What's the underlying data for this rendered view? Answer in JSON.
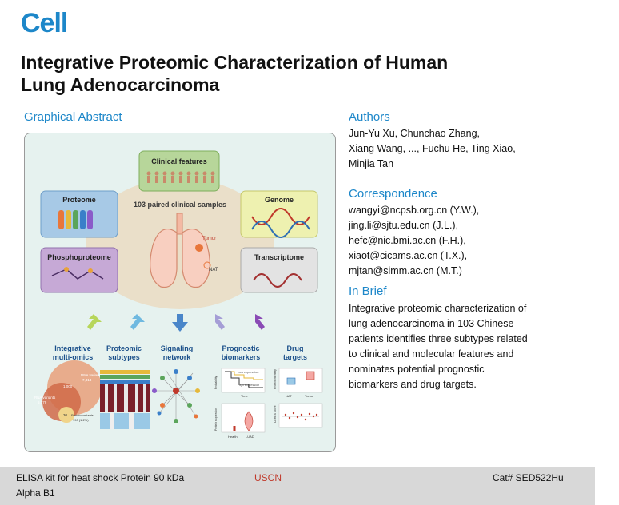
{
  "journal": {
    "name": "Cell"
  },
  "paper": {
    "title_line1": "Integrative Proteomic Characterization of Human",
    "title_line2": "Lung Adenocarcinoma"
  },
  "graphical_abstract": {
    "heading": "Graphical Abstract",
    "center_label": "103 paired clinical samples",
    "modules": {
      "clinical": "Clinical features",
      "proteome": "Proteome",
      "genome": "Genome",
      "phospho": "Phosphoproteome",
      "transcriptome": "Transcriptome"
    },
    "organ_labels": {
      "tumor": "Tumor",
      "nat": "NAT"
    },
    "outcomes": [
      {
        "line1": "Integrative",
        "line2": "multi-omics"
      },
      {
        "line1": "Proteomic",
        "line2": "subtypes"
      },
      {
        "line1": "Signaling",
        "line2": "network"
      },
      {
        "line1": "Prognostic",
        "line2": "biomarkers"
      },
      {
        "line1": "Drug",
        "line2": "targets"
      }
    ],
    "prognostic_axes": {
      "y": "Probability",
      "x": "Time",
      "low": "Low expression",
      "high": "High expression"
    },
    "expression_axes": {
      "y": "Protein expression",
      "healthy": "Health",
      "luad": "LUAD"
    },
    "drug_axes": {
      "y": "Protein intensity",
      "nat": "NAT",
      "tumor": "Tumor",
      "ceres": "CERES score"
    },
    "venn": {
      "dna": "DNA variants",
      "dna_count": "7,314",
      "shared": "1,000",
      "rna": "RNA variants",
      "rna_count": "5,779",
      "protein": "Protein variants",
      "protein_count": "190 (1.2%)",
      "center": "30"
    },
    "colors": {
      "accent": "#1d87c9",
      "panel_bg": "#e6f2ef"
    }
  },
  "authors": {
    "heading": "Authors",
    "lines": [
      "Jun-Yu Xu, Chunchao Zhang,",
      "Xiang Wang, ..., Fuchu He, Ting Xiao,",
      "Minjia Tan"
    ]
  },
  "correspondence": {
    "heading": "Correspondence",
    "lines": [
      "wangyi@ncpsb.org.cn (Y.W.),",
      "jing.li@sjtu.edu.cn (J.L.),",
      "hefc@nic.bmi.ac.cn (F.H.),",
      "xiaot@cicams.ac.cn (T.X.),",
      "mjtan@simm.ac.cn (M.T.)"
    ]
  },
  "in_brief": {
    "heading": "In Brief",
    "lines": [
      "Integrative proteomic characterization of",
      "lung adenocarcinoma in 103 Chinese",
      "patients identifies three subtypes related",
      "to clinical and molecular features and",
      "nominates potential prognostic",
      "biomarkers and drug targets."
    ]
  },
  "footer": {
    "product_line1": "ELISA kit for heat shock Protein 90 kDa",
    "product_line2": "Alpha B1",
    "brand": "USCN",
    "catalog": "Cat# SED522Hu"
  }
}
